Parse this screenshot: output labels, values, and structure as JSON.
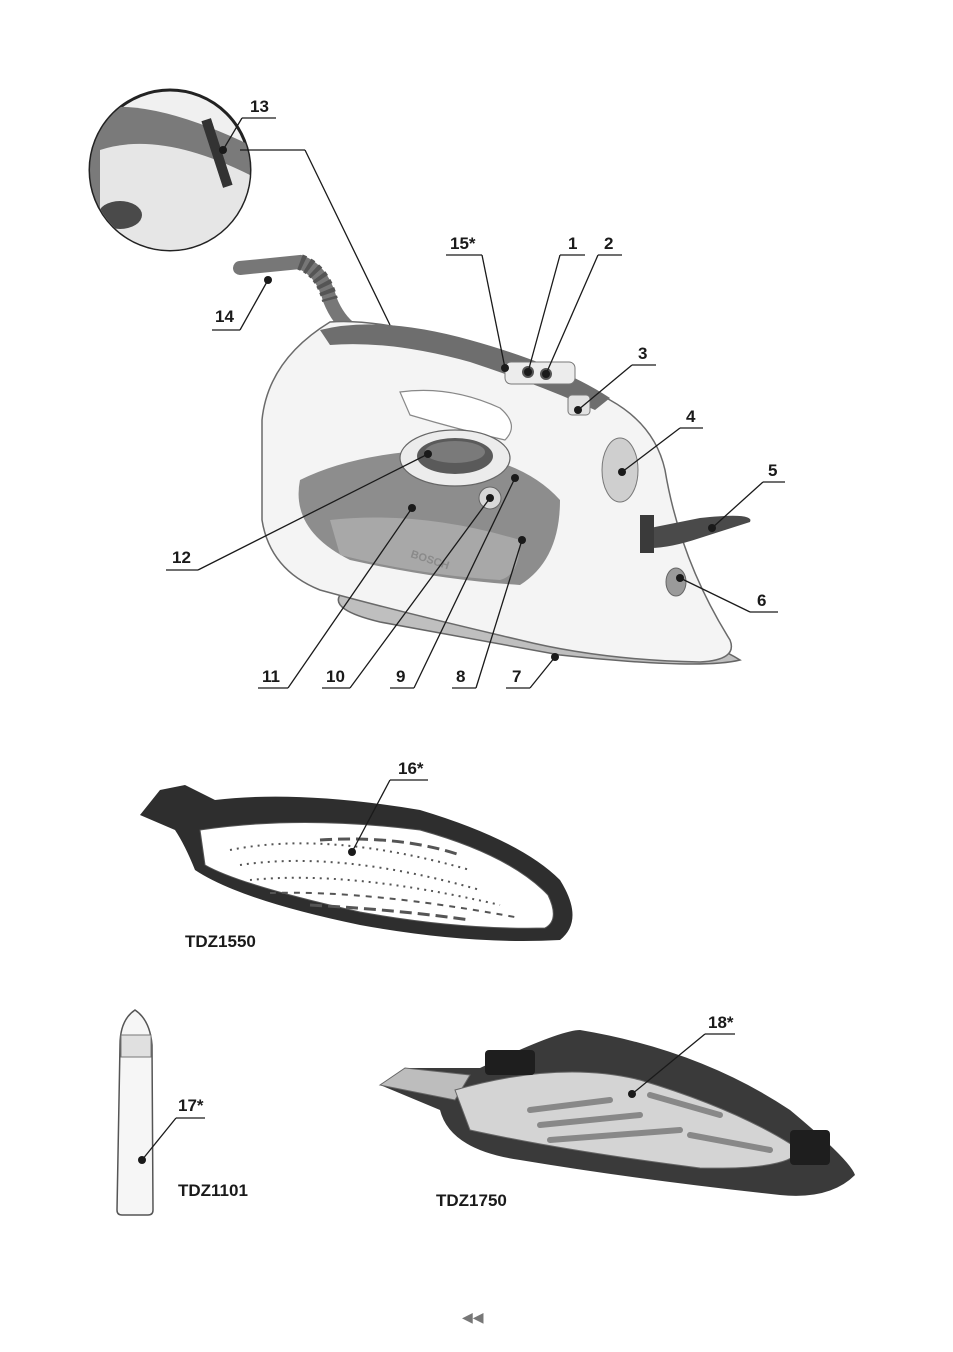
{
  "callouts": {
    "c1": "1",
    "c2": "2",
    "c3": "3",
    "c4": "4",
    "c5": "5",
    "c6": "6",
    "c7": "7",
    "c8": "8",
    "c9": "9",
    "c10": "10",
    "c11": "11",
    "c12": "12",
    "c13": "13",
    "c14": "14",
    "c15": "15*",
    "c16": "16*",
    "c17": "17*",
    "c18": "18*"
  },
  "models": {
    "soleplate_cover": "TDZ1550",
    "descaling_stick": "TDZ1101",
    "soleplate_shoe": "TDZ1750"
  },
  "brand_mark": "BOSCH",
  "nav_glyph": "◀◀"
}
